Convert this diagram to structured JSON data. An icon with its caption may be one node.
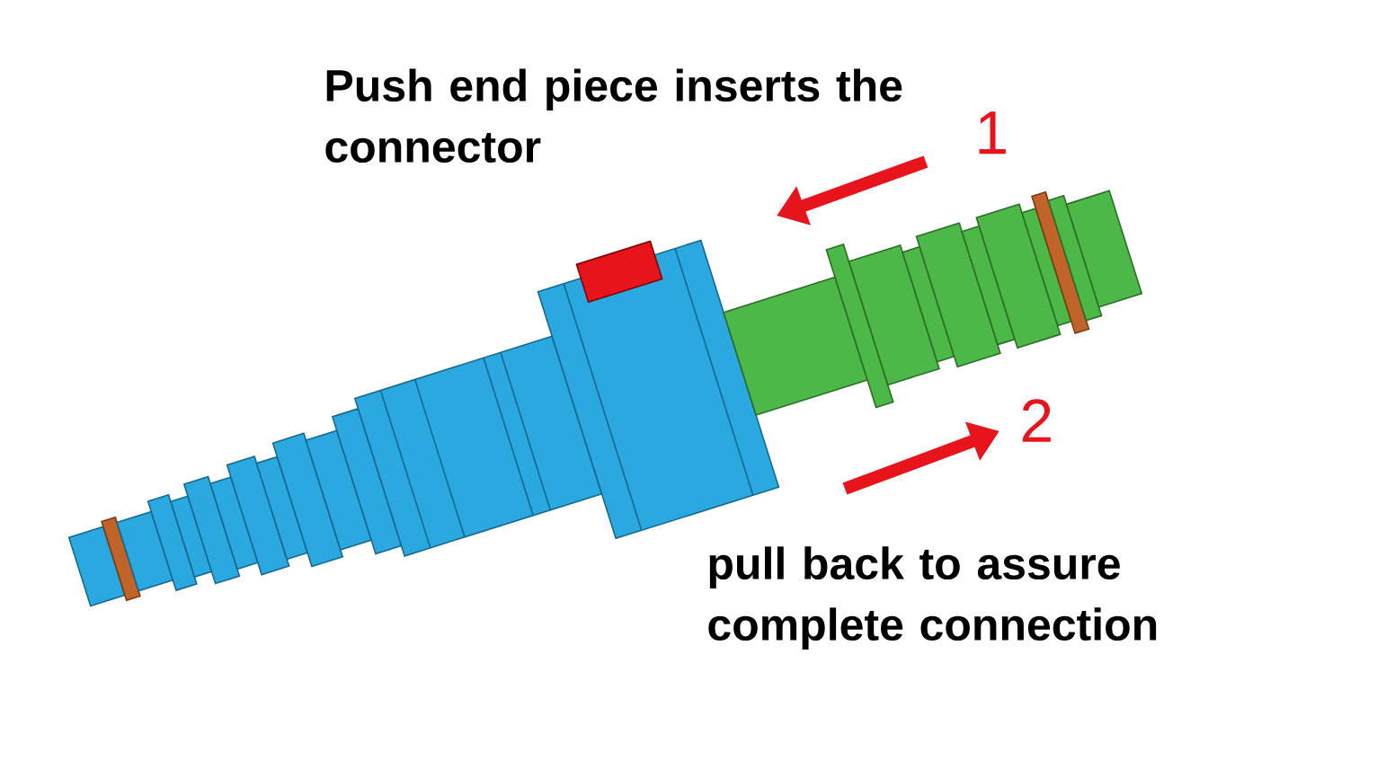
{
  "diagram": {
    "labels": [
      "Push end piece inserts the connector",
      "1",
      "2",
      "pull back to assure complete connection"
    ]
  }
}
